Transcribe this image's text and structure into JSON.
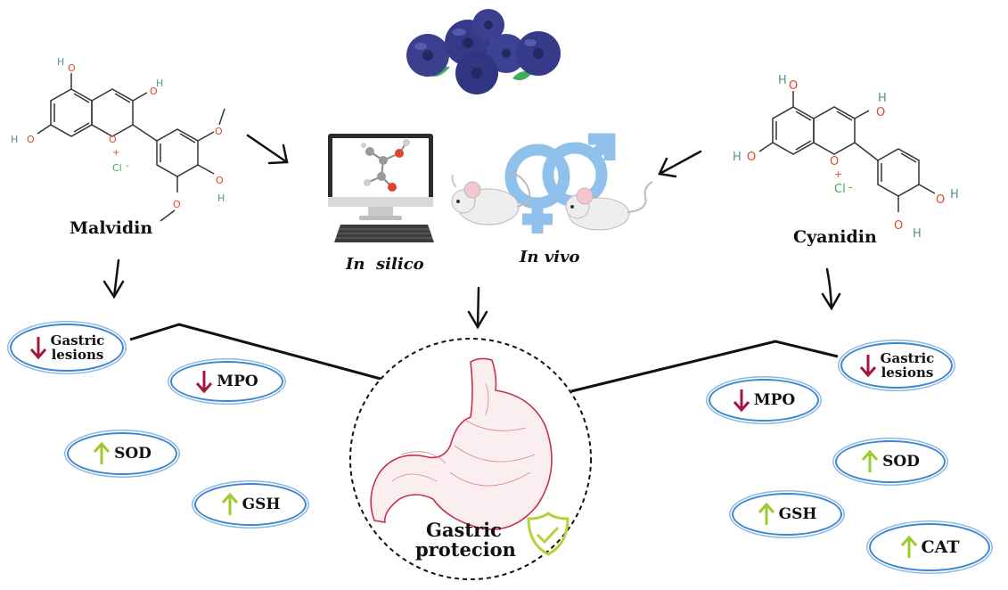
{
  "compounds": {
    "left": {
      "name": "Malvidin"
    },
    "right": {
      "name": "Cyanidin"
    }
  },
  "methods": {
    "in_silico": "In  silico",
    "in_vivo": "In vivo"
  },
  "center": {
    "caption_line1": "Gastric",
    "caption_line2": "protecion"
  },
  "atoms": {
    "O": "O",
    "H": "H",
    "O_plus": "O",
    "plus": "+",
    "chloride": "Cl",
    "minus": "-"
  },
  "left_markers": [
    {
      "label": "Gastric lesions",
      "line1": "Gastric",
      "line2": "lesions",
      "direction": "down"
    },
    {
      "label": "MPO",
      "direction": "down"
    },
    {
      "label": "SOD",
      "direction": "up"
    },
    {
      "label": "GSH",
      "direction": "up"
    }
  ],
  "right_markers": [
    {
      "label": "Gastric lesions",
      "line1": "Gastric",
      "line2": "lesions",
      "direction": "down"
    },
    {
      "label": "MPO",
      "direction": "down"
    },
    {
      "label": "SOD",
      "direction": "up"
    },
    {
      "label": "GSH",
      "direction": "up"
    },
    {
      "label": "CAT",
      "direction": "up"
    }
  ],
  "colors": {
    "down_arrow": "#a3173f",
    "up_arrow": "#9ccc2a",
    "pill_border": "#3e86cf",
    "oxygen": "#e0452a",
    "chlorine": "#37b34a",
    "hydrogen": "#5a8f8f",
    "blueberry": "#3a3f8f",
    "leaf": "#3fae5a",
    "gender_symbol": "#8fc1ec",
    "stomach": "#c5314a",
    "shield": "#b7d23a"
  },
  "icons": {
    "blueberries": "blueberries-icon",
    "computer": "computer-icon",
    "mice": "mouse-icon",
    "gender": "gender-symbol-icon",
    "stomach": "stomach-icon",
    "shield": "shield-check-icon"
  }
}
